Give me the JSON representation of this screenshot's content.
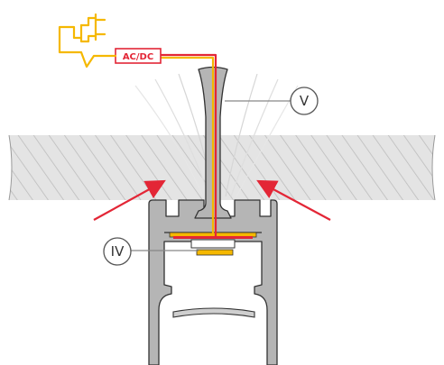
{
  "labels": {
    "power_supply": "AC/DC",
    "callout_clip": "V",
    "callout_module": "IV"
  },
  "colors": {
    "wire_red": "#e32636",
    "wire_yellow": "#f5b800",
    "plug_yellow": "#f5b800",
    "arrow_red": "#e32636",
    "profile_gray": "#b3b3b3",
    "profile_stroke": "#333333",
    "ceiling_hatch": "#c8c8c8",
    "ceiling_fill": "#e2e2e2"
  },
  "icons": [
    "power-plug-icon",
    "arrow-icon"
  ]
}
